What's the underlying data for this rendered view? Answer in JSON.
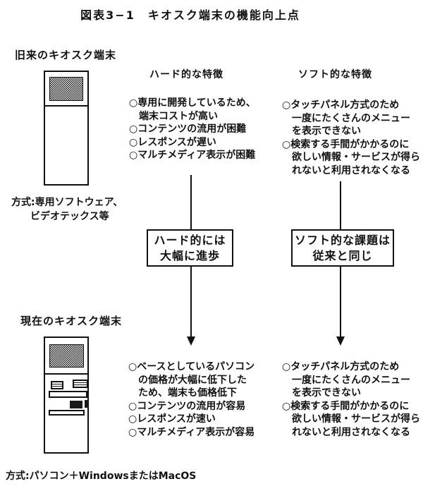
{
  "title": "図表3−1　キオスク端末の機能向上点",
  "headers": {
    "hardware": "ハード的な特徴",
    "software": "ソフト的な特徴"
  },
  "sections": {
    "old": {
      "label": "旧来のキオスク端末",
      "method_line1": "方式:専用ソフトウェア、",
      "method_line2": "ビデオテックス等"
    },
    "new": {
      "label": "現在のキオスク端末",
      "method": "方式:パソコン＋WindowsまたはMacOS"
    }
  },
  "boxes": {
    "hardware": {
      "line1": "ハード的には",
      "line2": "大幅に進歩"
    },
    "software": {
      "line1": "ソフト的な課題は",
      "line2": "従来と同じ"
    }
  },
  "lists": {
    "old_hardware": [
      "○専用に開発しているため、",
      "端末コストが高い",
      "○コンテンツの流用が困難",
      "○レスポンスが遅い",
      "○マルチメディア表示が困難"
    ],
    "old_software": [
      "○タッチパネル方式のため",
      "一度にたくさんのメニュー",
      "を表示できない",
      "○検索する手間がかかるのに",
      "欲しい情報・サービスが得ら",
      "れないと利用されなくなる"
    ],
    "new_hardware": [
      "○ベースとしているパソコン",
      "の価格が大幅に低下した",
      "ため、端末も価格低下",
      "○コンテンツの流用が容易",
      "○レスポンスが速い",
      "○マルチメディア表示が容易"
    ],
    "new_software": [
      "○タッチパネル方式のため",
      "一度にたくさんのメニュー",
      "を表示できない",
      "○検索する手間がかかるのに",
      "欲しい情報・サービスが得ら",
      "れないと利用されなくなる"
    ]
  }
}
